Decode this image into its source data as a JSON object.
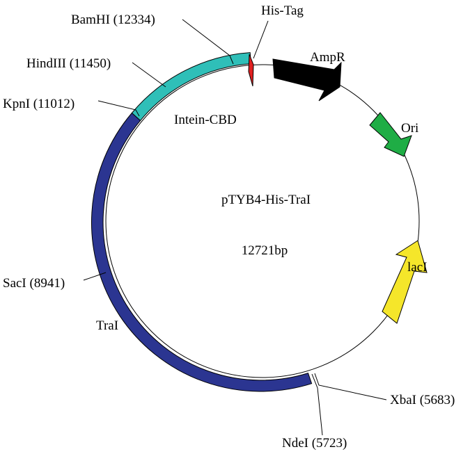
{
  "plasmid": {
    "name": "pTYB4-His-TraI",
    "size_label": "12721bp"
  },
  "features": [
    {
      "key": "trai",
      "label": "TraI",
      "color": "#2b3591"
    },
    {
      "key": "intein",
      "label": "Intein-CBD",
      "color": "#2fbfb8"
    },
    {
      "key": "histag",
      "label": "His-Tag",
      "color": "#e02020"
    },
    {
      "key": "ampr",
      "label": "AmpR",
      "color": "#000000"
    },
    {
      "key": "ori",
      "label": "Ori",
      "color": "#1fad45"
    },
    {
      "key": "laci",
      "label": "lacI",
      "color": "#f5e62a"
    }
  ],
  "sites": [
    {
      "key": "bamhi",
      "label": "BamHI (12334)"
    },
    {
      "key": "hindiii",
      "label": "HindIII (11450)"
    },
    {
      "key": "kpni",
      "label": "KpnI (11012)"
    },
    {
      "key": "saci",
      "label": "SacI (8941)"
    },
    {
      "key": "xbai",
      "label": "XbaI (5683)"
    },
    {
      "key": "ndei",
      "label": "NdeI (5723)"
    }
  ]
}
